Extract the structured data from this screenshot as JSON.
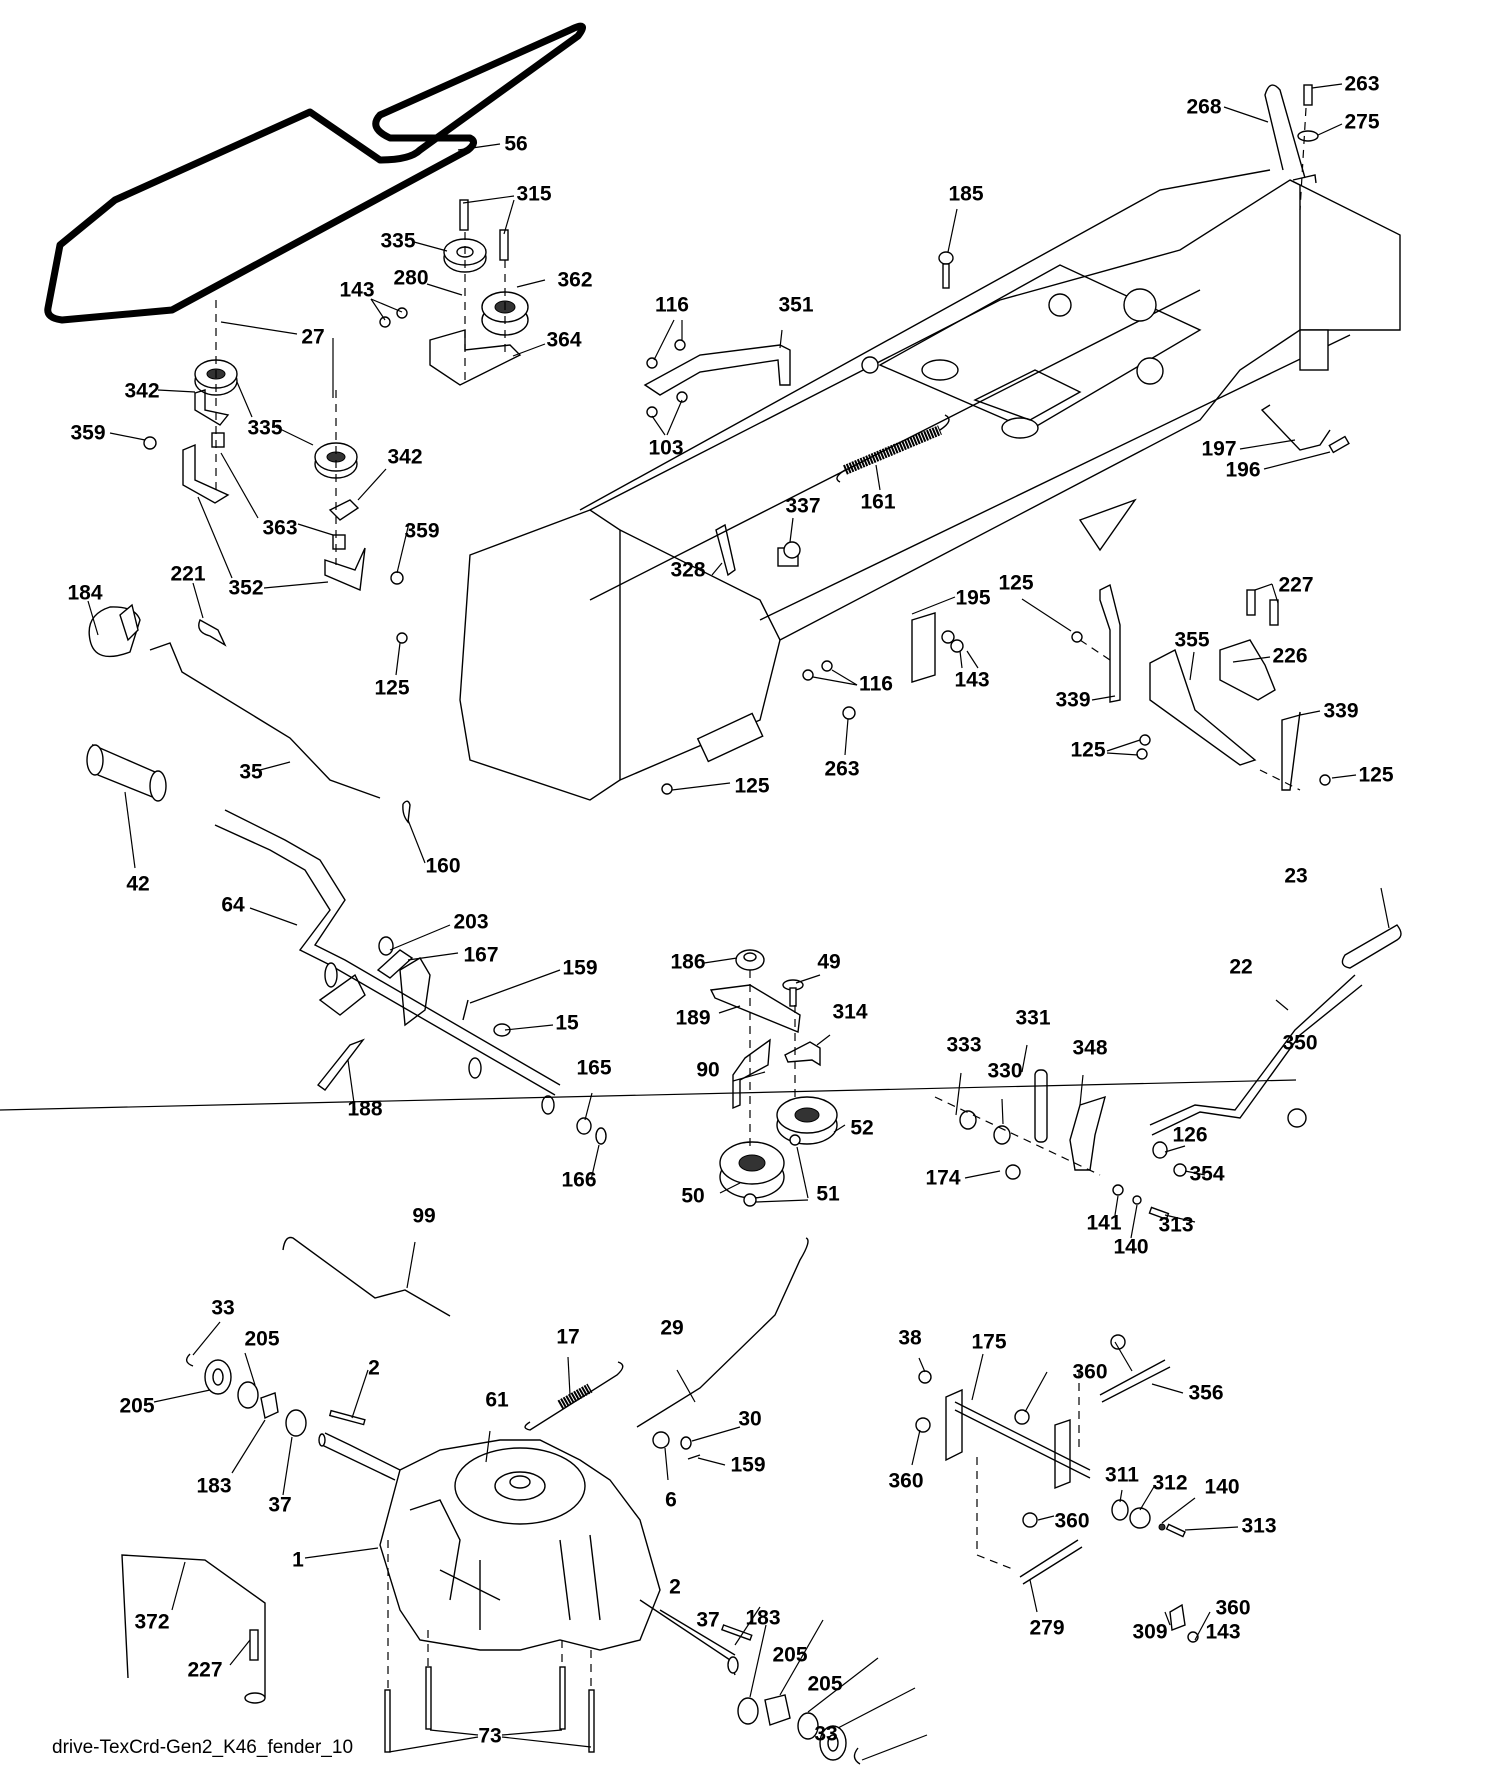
{
  "diagram": {
    "title": "drive-TexCrd-Gen2_K46_fender_10",
    "type": "exploded parts diagram",
    "callouts": [
      {
        "id": "c56",
        "label": "56"
      },
      {
        "id": "c315",
        "label": "315"
      },
      {
        "id": "c335a",
        "label": "335"
      },
      {
        "id": "c280",
        "label": "280"
      },
      {
        "id": "c362",
        "label": "362"
      },
      {
        "id": "c143a",
        "label": "143"
      },
      {
        "id": "c364",
        "label": "364"
      },
      {
        "id": "c27",
        "label": "27"
      },
      {
        "id": "c342a",
        "label": "342"
      },
      {
        "id": "c335b",
        "label": "335"
      },
      {
        "id": "c359a",
        "label": "359"
      },
      {
        "id": "c342b",
        "label": "342"
      },
      {
        "id": "c363",
        "label": "363"
      },
      {
        "id": "c359b",
        "label": "359"
      },
      {
        "id": "c352",
        "label": "352"
      },
      {
        "id": "c116a",
        "label": "116"
      },
      {
        "id": "c351",
        "label": "351"
      },
      {
        "id": "c103",
        "label": "103"
      },
      {
        "id": "c185",
        "label": "185"
      },
      {
        "id": "c268",
        "label": "268"
      },
      {
        "id": "c263a",
        "label": "263"
      },
      {
        "id": "c275",
        "label": "275"
      },
      {
        "id": "c197",
        "label": "197"
      },
      {
        "id": "c196",
        "label": "196"
      },
      {
        "id": "c161",
        "label": "161"
      },
      {
        "id": "c337",
        "label": "337"
      },
      {
        "id": "c328",
        "label": "328"
      },
      {
        "id": "c184",
        "label": "184"
      },
      {
        "id": "c221",
        "label": "221"
      },
      {
        "id": "c125a",
        "label": "125"
      },
      {
        "id": "c195",
        "label": "195"
      },
      {
        "id": "c143b",
        "label": "143"
      },
      {
        "id": "c116b",
        "label": "116"
      },
      {
        "id": "c263b",
        "label": "263"
      },
      {
        "id": "c125b",
        "label": "125"
      },
      {
        "id": "c125c",
        "label": "125"
      },
      {
        "id": "c227a",
        "label": "227"
      },
      {
        "id": "c355",
        "label": "355"
      },
      {
        "id": "c226",
        "label": "226"
      },
      {
        "id": "c339a",
        "label": "339"
      },
      {
        "id": "c339b",
        "label": "339"
      },
      {
        "id": "c125d",
        "label": "125"
      },
      {
        "id": "c125e",
        "label": "125"
      },
      {
        "id": "c35",
        "label": "35"
      },
      {
        "id": "c42",
        "label": "42"
      },
      {
        "id": "c160",
        "label": "160"
      },
      {
        "id": "c64",
        "label": "64"
      },
      {
        "id": "c203",
        "label": "203"
      },
      {
        "id": "c167",
        "label": "167"
      },
      {
        "id": "c159a",
        "label": "159"
      },
      {
        "id": "c15",
        "label": "15"
      },
      {
        "id": "c188",
        "label": "188"
      },
      {
        "id": "c165",
        "label": "165"
      },
      {
        "id": "c166",
        "label": "166"
      },
      {
        "id": "c186",
        "label": "186"
      },
      {
        "id": "c49",
        "label": "49"
      },
      {
        "id": "c189",
        "label": "189"
      },
      {
        "id": "c314",
        "label": "314"
      },
      {
        "id": "c90",
        "label": "90"
      },
      {
        "id": "c52",
        "label": "52"
      },
      {
        "id": "c50",
        "label": "50"
      },
      {
        "id": "c51",
        "label": "51"
      },
      {
        "id": "c23",
        "label": "23"
      },
      {
        "id": "c22",
        "label": "22"
      },
      {
        "id": "c331",
        "label": "331"
      },
      {
        "id": "c348",
        "label": "348"
      },
      {
        "id": "c333",
        "label": "333"
      },
      {
        "id": "c330",
        "label": "330"
      },
      {
        "id": "c350",
        "label": "350"
      },
      {
        "id": "c126",
        "label": "126"
      },
      {
        "id": "c174",
        "label": "174"
      },
      {
        "id": "c354",
        "label": "354"
      },
      {
        "id": "c141",
        "label": "141"
      },
      {
        "id": "c140a",
        "label": "140"
      },
      {
        "id": "c313a",
        "label": "313"
      },
      {
        "id": "c99",
        "label": "99"
      },
      {
        "id": "c33a",
        "label": "33"
      },
      {
        "id": "c205a",
        "label": "205"
      },
      {
        "id": "c205b",
        "label": "205"
      },
      {
        "id": "c2a",
        "label": "2"
      },
      {
        "id": "c17",
        "label": "17"
      },
      {
        "id": "c29",
        "label": "29"
      },
      {
        "id": "c61",
        "label": "61"
      },
      {
        "id": "c183a",
        "label": "183"
      },
      {
        "id": "c37a",
        "label": "37"
      },
      {
        "id": "c30",
        "label": "30"
      },
      {
        "id": "c6",
        "label": "6"
      },
      {
        "id": "c159b",
        "label": "159"
      },
      {
        "id": "c1",
        "label": "1"
      },
      {
        "id": "c38",
        "label": "38"
      },
      {
        "id": "c175",
        "label": "175"
      },
      {
        "id": "c360a",
        "label": "360"
      },
      {
        "id": "c356",
        "label": "356"
      },
      {
        "id": "c360b",
        "label": "360"
      },
      {
        "id": "c311",
        "label": "311"
      },
      {
        "id": "c312",
        "label": "312"
      },
      {
        "id": "c140b",
        "label": "140"
      },
      {
        "id": "c313b",
        "label": "313"
      },
      {
        "id": "c360c",
        "label": "360"
      },
      {
        "id": "c360d",
        "label": "360"
      },
      {
        "id": "c279",
        "label": "279"
      },
      {
        "id": "c309",
        "label": "309"
      },
      {
        "id": "c143c",
        "label": "143"
      },
      {
        "id": "c372",
        "label": "372"
      },
      {
        "id": "c227b",
        "label": "227"
      },
      {
        "id": "c2b",
        "label": "2"
      },
      {
        "id": "c37b",
        "label": "37"
      },
      {
        "id": "c183b",
        "label": "183"
      },
      {
        "id": "c205c",
        "label": "205"
      },
      {
        "id": "c205d",
        "label": "205"
      },
      {
        "id": "c33b",
        "label": "33"
      },
      {
        "id": "c73",
        "label": "73"
      }
    ]
  }
}
